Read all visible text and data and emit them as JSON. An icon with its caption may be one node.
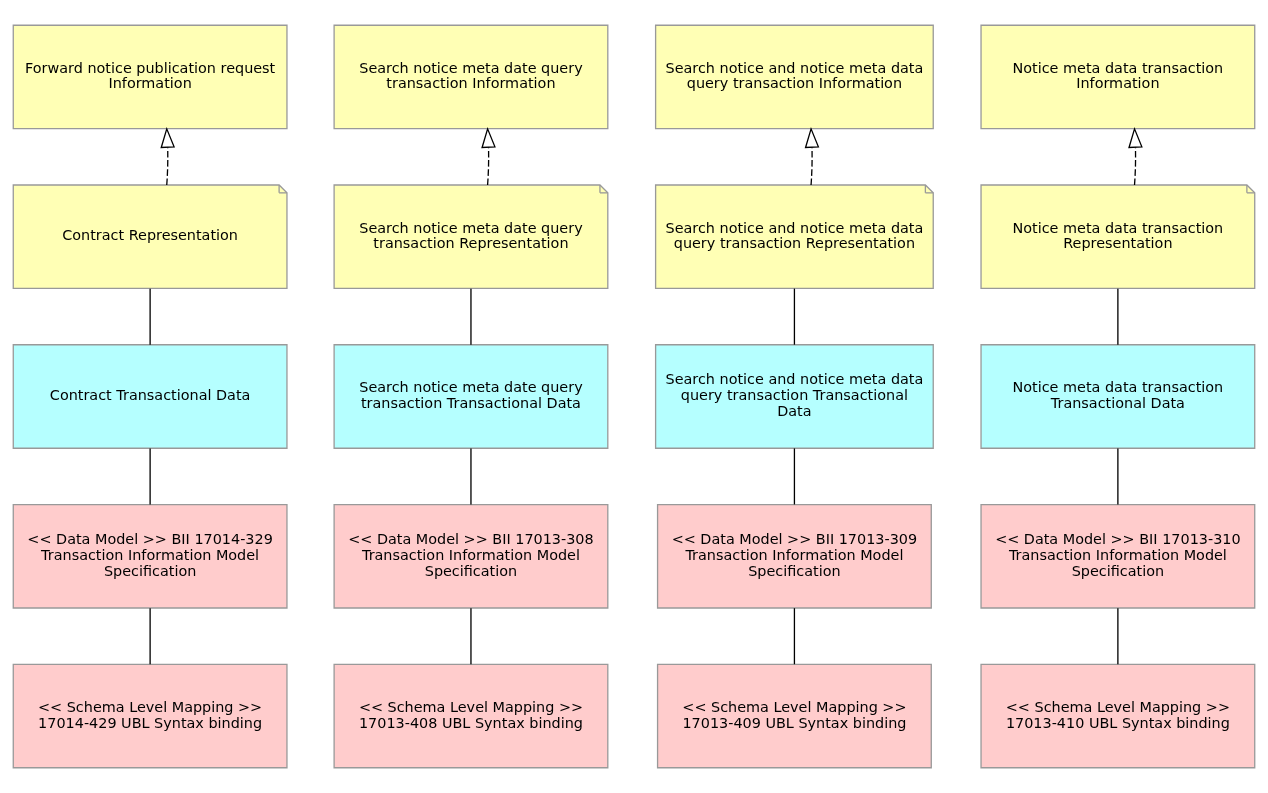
{
  "diagram": {
    "nodes": [
      {
        "text": [
          "Forward notice publication request Information"
        ]
      },
      {
        "text": [
          "Search notice meta date query transaction Information"
        ]
      },
      {
        "text": [
          "Search notice and notice meta data query transaction Information"
        ]
      },
      {
        "text": [
          "Notice meta data transaction Information"
        ]
      },
      {
        "text": [
          "Contract Representation"
        ]
      },
      {
        "text": [
          "Search notice meta date query transaction Representation"
        ]
      },
      {
        "text": [
          "Search notice and notice meta data query transaction Representation"
        ]
      },
      {
        "text": [
          "Notice meta data transaction Representation"
        ]
      },
      {
        "text": [
          "Contract Transactional Data"
        ]
      },
      {
        "text": [
          "Search notice meta date query transaction Transactional Data"
        ]
      },
      {
        "text": [
          "Search notice and notice meta data query transaction Transactional Data"
        ]
      },
      {
        "text": [
          "Notice meta data transaction Transactional Data"
        ]
      },
      {
        "text": [
          "<< Data Model >> BII 17014-329 Transaction Information Model Specification"
        ]
      },
      {
        "text": [
          "<< Data Model >> BII 17013-308 Transaction Information Model Specification"
        ]
      },
      {
        "text": [
          "<< Data Model >> BII 17013-309 Transaction Information Model Specification"
        ]
      },
      {
        "text": [
          "<< Data Model >> BII 17013-310 Transaction Information Model Specification"
        ]
      },
      {
        "text": [
          "<< Schema Level Mapping >> 17014-429 UBL Syntax binding"
        ]
      },
      {
        "text": [
          "<< Schema Level Mapping >> 17013-408 UBL Syntax binding"
        ]
      },
      {
        "text": [
          "<< Schema Level Mapping >> 17013-409 UBL Syntax binding"
        ]
      },
      {
        "text": [
          "<< Schema Level Mapping >> 17013-410 UBL Syntax binding"
        ]
      }
    ],
    "edges": [
      {
        "from": 4,
        "to": 0,
        "arrow": "to",
        "style": "dashed"
      },
      {
        "from": 5,
        "to": 1,
        "arrow": "to",
        "style": "dashed"
      },
      {
        "from": 6,
        "to": 2,
        "arrow": "to",
        "style": "dashed"
      },
      {
        "from": 7,
        "to": 3,
        "arrow": "to",
        "style": "dashed"
      },
      {
        "from": 4,
        "to": 8,
        "arrow": "none"
      },
      {
        "from": 5,
        "to": 9,
        "arrow": "none"
      },
      {
        "from": 6,
        "to": 10,
        "arrow": "none"
      },
      {
        "from": 7,
        "to": 11,
        "arrow": "none"
      },
      {
        "from": 8,
        "to": 12,
        "arrow": "none"
      },
      {
        "from": 9,
        "to": 13,
        "arrow": "none"
      },
      {
        "from": 10,
        "to": 14,
        "arrow": "none"
      },
      {
        "from": 11,
        "to": 15,
        "arrow": "none"
      },
      {
        "from": 12,
        "to": 16,
        "arrow": "none"
      },
      {
        "from": 13,
        "to": 17,
        "arrow": "none"
      },
      {
        "from": 14,
        "to": 18,
        "arrow": "none"
      },
      {
        "from": 15,
        "to": 19,
        "arrow": "none"
      }
    ]
  }
}
